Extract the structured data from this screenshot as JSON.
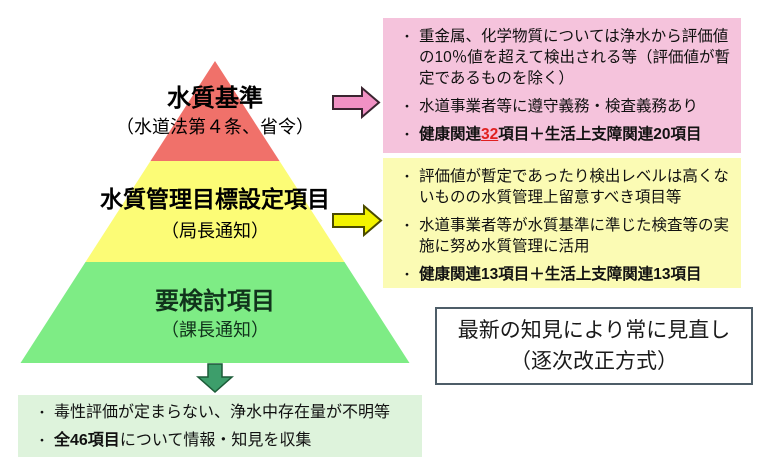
{
  "ui": {
    "bullet": "・"
  },
  "colors": {
    "level1_fill": "#F0716A",
    "level2_fill": "#FCFC76",
    "level3_fill": "#7EEC85",
    "level3_text": "#11331C",
    "pink_box_bg": "#F5C3DC",
    "yellow_box_bg": "#FBFBB4",
    "green_box_bg": "#DEF3DC",
    "pink_arrow_fill": "#F191C4",
    "pink_arrow_stroke": "#3A2430",
    "yellow_arrow_fill": "#F4F400",
    "yellow_arrow_stroke": "#4B4B00",
    "down_arrow_fill": "#3D9E6B",
    "down_arrow_stroke": "#1C5C38",
    "highlight_red": "#E02020",
    "revision_border": "#4E5D68"
  },
  "pyramid": {
    "levels": [
      {
        "title": "水質基準",
        "subtitle": "（水道法第４条、省令）"
      },
      {
        "title": "水質管理目標設定項目",
        "subtitle": "（局長通知）"
      },
      {
        "title": "要検討項目",
        "subtitle": "（課長通知）"
      }
    ]
  },
  "standards_box": {
    "bullet1": "重金属、化学物質については浄水から評価値の10％値を超えて検出される等（評価値が暫定であるものを除く）",
    "bullet2": "水道事業者等に遵守義務・検査義務あり",
    "bullet3_prefix": "健康関連",
    "bullet3_highlight": "32",
    "bullet3_suffix": "項目＋生活上支障関連20項目"
  },
  "targets_box": {
    "bullet1": "評価値が暫定であったり検出レベルは高くないものの水質管理上留意すべき項目等",
    "bullet2": "水道事業者等が水質基準に準じた検査等の実施に努め水質管理に活用",
    "bullet3": "健康関連13項目＋生活上支障関連13項目"
  },
  "review_box": {
    "bullet1": "毒性評価が定まらない、浄水中存在量が不明等",
    "bullet2_bold": "全46項目",
    "bullet2_rest": "について情報・知見を収集"
  },
  "revision_box": {
    "line1": "最新の知見により常に見直し",
    "line2": "（逐次改正方式）"
  }
}
